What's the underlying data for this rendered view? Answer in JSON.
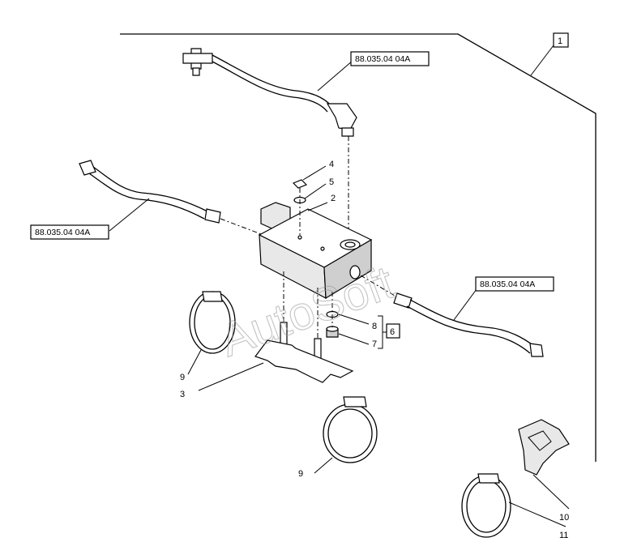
{
  "watermark": "AutoSoft",
  "group_label": "1",
  "kit_label": "6",
  "references": {
    "top": "88.035.04 04A",
    "left": "88.035.04 04A",
    "right": "88.035.04 04A"
  },
  "callouts": {
    "c2": "2",
    "c3": "3",
    "c4": "4",
    "c5": "5",
    "c7": "7",
    "c8": "8",
    "c9a": "9",
    "c9b": "9",
    "c10": "10",
    "c11": "11"
  }
}
